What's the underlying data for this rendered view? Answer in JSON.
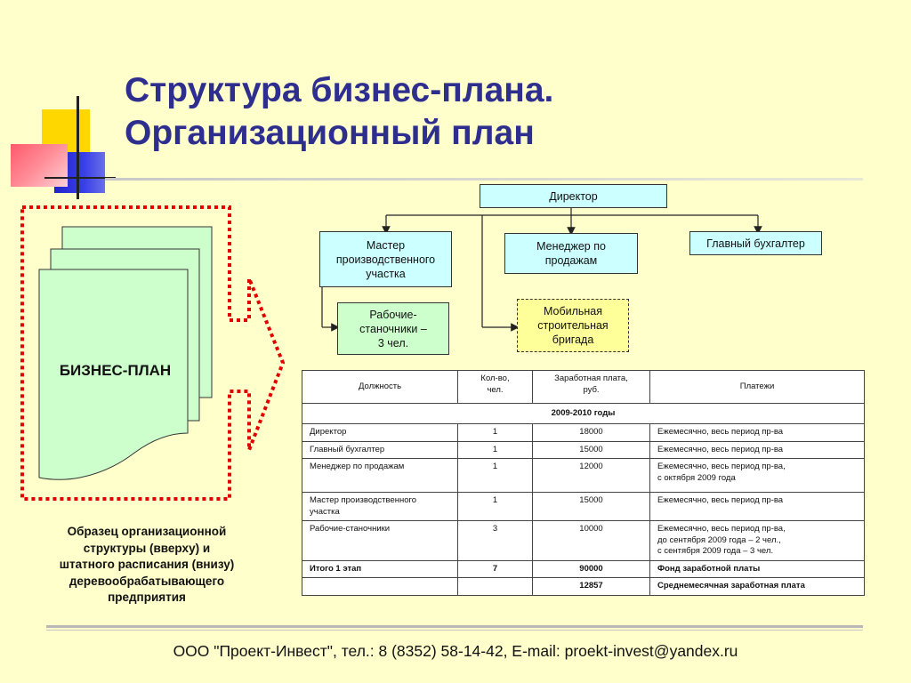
{
  "title": {
    "line1": "Структура бизнес-плана.",
    "line2": "Организационный план"
  },
  "business_plan_label": "БИЗНЕС-ПЛАН",
  "caption": {
    "line1": "Образец организационной",
    "line2": "структуры (вверху) и",
    "line3": "штатного расписания (внизу)",
    "line4": "деревообрабатывающего",
    "line5": "предприятия"
  },
  "org": {
    "director": "Директор",
    "master": [
      "Мастер",
      "производственного",
      "участка"
    ],
    "manager": [
      "Менеджер по",
      "продажам"
    ],
    "accountant": "Главный бухгалтер",
    "workers": [
      "Рабочие-",
      "станочники –",
      "3 чел."
    ],
    "mobile": [
      "Мобильная",
      "строительная",
      "бригада"
    ]
  },
  "table": {
    "headers": {
      "position": "Должность",
      "count": [
        "Кол-во,",
        "чел."
      ],
      "salary": [
        "Заработная плата,",
        "руб."
      ],
      "payments": "Платежи"
    },
    "period": "2009-2010 годы",
    "rows": [
      {
        "position": [
          "Директор"
        ],
        "count": "1",
        "salary": "18000",
        "payments": [
          "Ежемесячно, весь период пр-ва"
        ]
      },
      {
        "position": [
          "Главный бухгалтер"
        ],
        "count": "1",
        "salary": "15000",
        "payments": [
          "Ежемесячно, весь период пр-ва"
        ]
      },
      {
        "position": [
          "Менеджер по продажам"
        ],
        "count": "1",
        "salary": "12000",
        "payments": [
          "Ежемесячно, весь период пр-ва,",
          "с октября 2009 года"
        ]
      },
      {
        "position": [
          "Мастер производственного",
          "участка"
        ],
        "count": "1",
        "salary": "15000",
        "payments": [
          "Ежемесячно, весь период пр-ва"
        ]
      },
      {
        "position": [
          "Рабочие-станочники"
        ],
        "count": "3",
        "salary": "10000",
        "payments": [
          "Ежемесячно, весь период пр-ва,",
          "до сентября 2009 года – 2 чел.,",
          "с сентября 2009 года – 3 чел."
        ]
      }
    ],
    "total": {
      "position": "Итого 1 этап",
      "count": "7",
      "salary": "90000",
      "payments": "Фонд заработной платы"
    },
    "average": {
      "salary": "12857",
      "payments": "Среднемесячная заработная плата"
    }
  },
  "footer": "ООО \"Проект-Инвест\", тел.: 8 (8352) 58-14-42, E-mail: proekt-invest@yandex.ru",
  "colors": {
    "background": "#ffffcc",
    "title": "#2e2e8f",
    "frame": "#e00000",
    "box_blue": "#ccffff",
    "box_green": "#ccffcc",
    "box_yellow": "#ffff99"
  }
}
